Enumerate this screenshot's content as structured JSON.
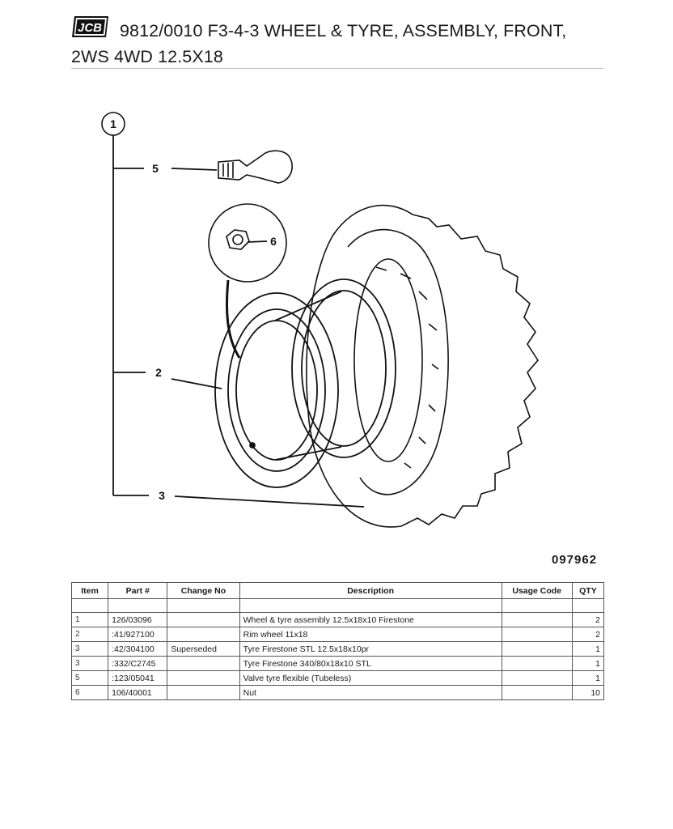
{
  "header": {
    "brand": "JCB",
    "title_line1": "9812/0010 F3-4-3 WHEEL & TYRE, ASSEMBLY, FRONT,",
    "title_line2": "2WS 4WD 12.5X18"
  },
  "drawing": {
    "callouts": [
      "1",
      "5",
      "6",
      "2",
      "3"
    ],
    "drawing_number": "097962"
  },
  "table": {
    "headers": [
      "Item",
      "Part #",
      "Change No",
      "Description",
      "Usage Code",
      "QTY"
    ],
    "rows": [
      {
        "item": "1",
        "part": "126/03096",
        "change": "",
        "description": "Wheel & tyre assembly 12.5x18x10 Firestone",
        "usage": "",
        "qty": "2"
      },
      {
        "item": "2",
        "part": ":41/927100",
        "change": "",
        "description": "Rim wheel 11x18",
        "usage": "",
        "qty": "2"
      },
      {
        "item": "3",
        "part": ":42/304100",
        "change": "Superseded",
        "description": "Tyre Firestone STL 12.5x18x10pr",
        "usage": "",
        "qty": "1"
      },
      {
        "item": "3",
        "part": ":332/C2745",
        "change": "",
        "description": "Tyre Firestone 340/80x18x10 STL",
        "usage": "",
        "qty": "1"
      },
      {
        "item": "5",
        "part": ":123/05041",
        "change": "",
        "description": "Valve tyre flexible (Tubeless)",
        "usage": "",
        "qty": "1"
      },
      {
        "item": "6",
        "part": "106/40001",
        "change": "",
        "description": "Nut",
        "usage": "",
        "qty": "10"
      }
    ]
  }
}
